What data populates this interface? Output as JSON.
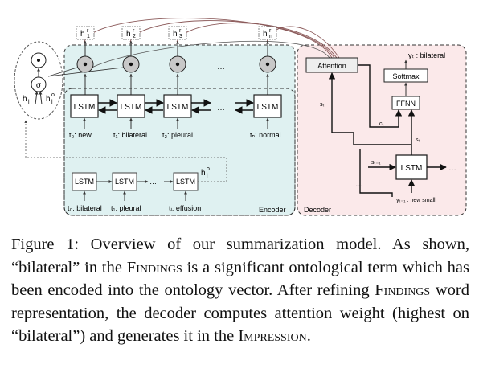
{
  "figure": {
    "outputs": {
      "h1": "h",
      "h1_sup": "r",
      "h1_sub": "1",
      "h2": "h",
      "h2_sup": "r",
      "h2_sub": "2",
      "h3": "h",
      "h3_sup": "r",
      "h3_sub": "3",
      "hn": "h",
      "hn_sup": "r",
      "hn_sub": "n"
    },
    "ontology": {
      "left_label": "h",
      "left_sub": "i",
      "right_label": "h",
      "right_sub": "i",
      "right_sup": "o",
      "dot_symbol": "⊙",
      "sigma_symbol": "σ"
    },
    "encoder": {
      "cell_label": "LSTM",
      "dots": "…",
      "tokens": [
        "t₀: new",
        "t₁: bilateral",
        "t₂: pleural",
        "tₙ: normal"
      ],
      "label": "Encoder"
    },
    "ontology_encoder": {
      "cell_label": "LSTM",
      "dots": "…",
      "tokens": [
        "t₀: bilateral",
        "t₁: pleural",
        "tᵢ: effusion"
      ],
      "hidden": "h",
      "hidden_sub": "i",
      "hidden_sup": "o"
    },
    "decoder": {
      "label": "Decoder",
      "attention": "Attention",
      "softmax": "Softmax",
      "ffnn": "FFNN",
      "lstm": "LSTM",
      "output": "yₜ : bilateral",
      "st": "sₜ",
      "ct": "cₜ",
      "st_right": "sₜ",
      "st_prev": "sₜ₋₁",
      "y_prev": "yₜ₋₁ : new small",
      "dots_right": "…",
      "dots_left": "…"
    }
  },
  "caption": {
    "part1": "Figure 1: Overview of our summarization model. As shown, “bilateral” in the ",
    "findings1": "Findings",
    "part2": " is a significant ontological term which has been encoded into the ontology vector. After refining ",
    "findings2": "Findings",
    "part3": " word representation, the decoder computes attention weight (highest on “bilateral”) and generates it in the ",
    "impression": "Impression",
    "part4": "."
  },
  "colors": {
    "encoder_fill": "#dff1f1",
    "decoder_fill": "#fbe9ea",
    "dot_fill": "#c8c8c8",
    "attention_line": "#8b5a5a"
  }
}
